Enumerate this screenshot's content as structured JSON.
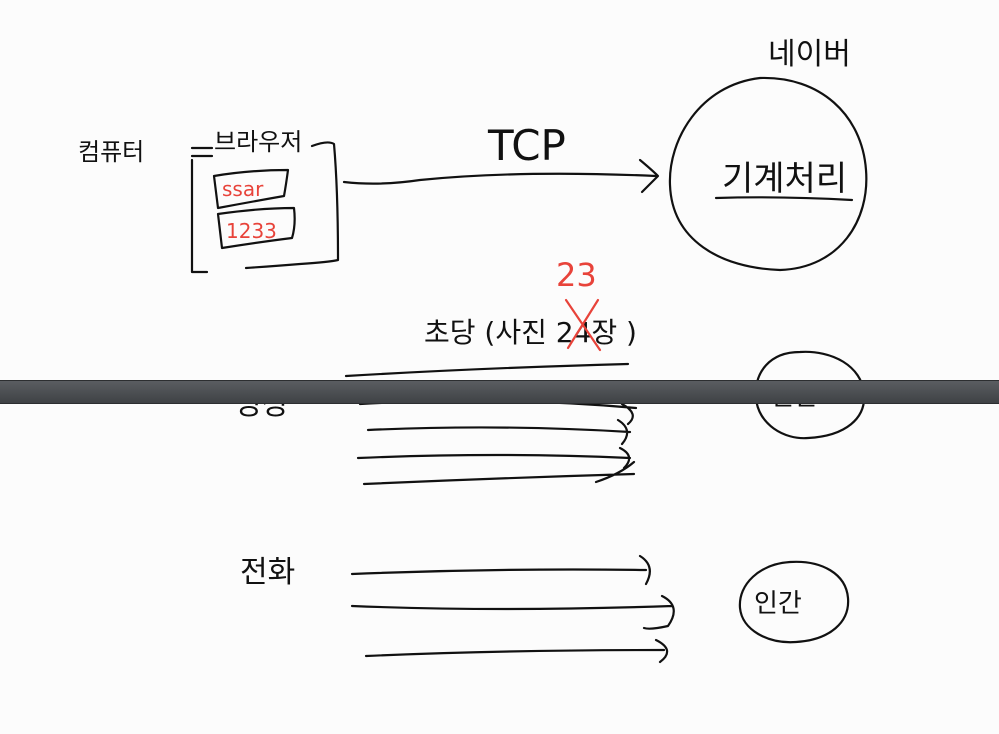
{
  "labels": {
    "computer": "컴퓨터",
    "browser": "브라우저",
    "field_id": "ssar",
    "field_pw": "1233",
    "protocol": "TCP",
    "server_name": "네이버",
    "server_process": "기계처리",
    "row1_note": "초당 (사진 24장 )",
    "row1_note_correction": "23",
    "row1_subject": "영상",
    "row1_target": "인간",
    "row2_subject": "전화",
    "row2_target": "인간"
  },
  "colors": {
    "ink": "#111111",
    "annotation": "#e8433a",
    "bar": "#4a4d50"
  }
}
